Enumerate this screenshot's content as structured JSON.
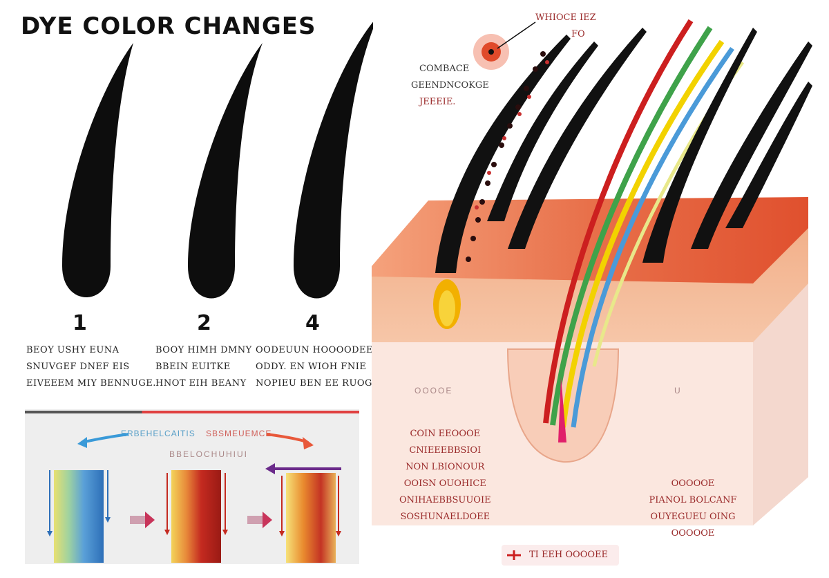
{
  "title": "DYE COLOR CHANGES",
  "stages": [
    {
      "number": "1",
      "caption": [
        "BEOY USHY EUNA",
        "SNUVGEF DNEF EIS",
        "EIVEEEM MIY BENNUGE."
      ]
    },
    {
      "number": "2",
      "caption": [
        "BOOY HIMH DMNY",
        "BBEIN EUITKE",
        "HNOT EIH BEANY"
      ]
    },
    {
      "number": "4",
      "caption": [
        "OODEUUN HOOOODEE",
        "ODDY. EN WIOH FNIE",
        "NOPIEU BEN EE RUOGUNG"
      ]
    }
  ],
  "bottom_panel": {
    "faint_blue": "ERBEHELCAITIS",
    "faint_red": "SBSMEUEMCE",
    "faint_middle": "BBELOCHUHIUI"
  },
  "cross_section": {
    "top_label": [
      "WHIOCE IEZ",
      "FO"
    ],
    "left_label": [
      "COMBACE",
      "GEENDNCOKGE",
      "JEEEIE."
    ],
    "mid_left_faint": "OOOOE",
    "mid_left_text": [
      "COIN EEOOOE",
      "CNIEEEBBSIOI",
      "NON LBIONOUR",
      "OOISN OUOHICE",
      "ONIHAEBBSUUOIE",
      "SOSHUNAELDOEE"
    ],
    "right_faint": "U",
    "right_text": [
      "OOOOOE",
      "PIANOL BOLCANF",
      "OUYEGUEU OING",
      "OOOOOE"
    ],
    "legend_label": "TI EEH OOOOEE"
  },
  "colors": {
    "hair": "#0d0d0d",
    "skin_top": "#e8704a",
    "skin_mid": "#f2b894",
    "dermis": "#fbe7df",
    "accent_red": "#cc1f1f",
    "accent_blue": "#3a86c8",
    "accent_yellow": "#f2d200",
    "accent_green": "#3fa24a",
    "accent_purple": "#6a2a8a"
  }
}
